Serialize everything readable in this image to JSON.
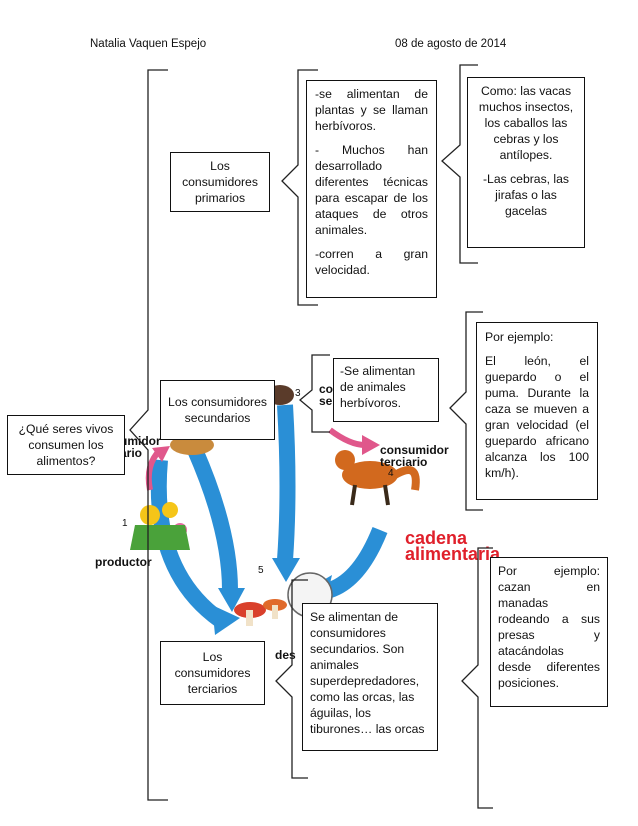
{
  "header": {
    "author": "Natalia Vaquen Espejo",
    "date": "08 de agosto de 2014"
  },
  "root_question": "¿Qué seres vivos consumen los alimentos?",
  "primary": {
    "title": "Los consumidores primarios",
    "details": [
      "-se alimentan de plantas y se llaman herbívoros.",
      "- Muchos han desarrollado diferentes técnicas para escapar de los ataques de otros animales.",
      "-corren a gran velocidad."
    ],
    "examples": [
      "Como: las vacas muchos insectos, los caballos las cebras y los antílopes.",
      "-Las cebras, las jirafas o las gacelas"
    ]
  },
  "secondary": {
    "title": "Los consumidores secundarios",
    "details": [
      "-Se alimentan de animales herbívoros."
    ],
    "examples": [
      "Por ejemplo:",
      "El león, el guepardo o el puma. Durante la caza se mueven a gran velocidad (el guepardo africano alcanza los 100 km/h)."
    ]
  },
  "tertiary": {
    "title": "Los consumidores terciarios",
    "details": [
      "Se alimentan de consumidores secundarios. Son animales superdepredadores, como las orcas, las águilas, los tiburones… las orcas"
    ],
    "examples": [
      "Por ejemplo: cazan en manadas rodeando a sus presas y atacándolas desde diferentes posiciones."
    ]
  },
  "food_chain_image": {
    "labels": {
      "producer": "productor",
      "consumer_primary_fragment": "umidor\nario",
      "consumer_secondary_fragment": "co\nse",
      "consumer_tertiary": "consumidor\nterciario",
      "chain_title": "cadena\nalimentaria",
      "decomposer_fragment": "des"
    },
    "numbers": [
      "1",
      "3",
      "4",
      "5"
    ]
  }
}
